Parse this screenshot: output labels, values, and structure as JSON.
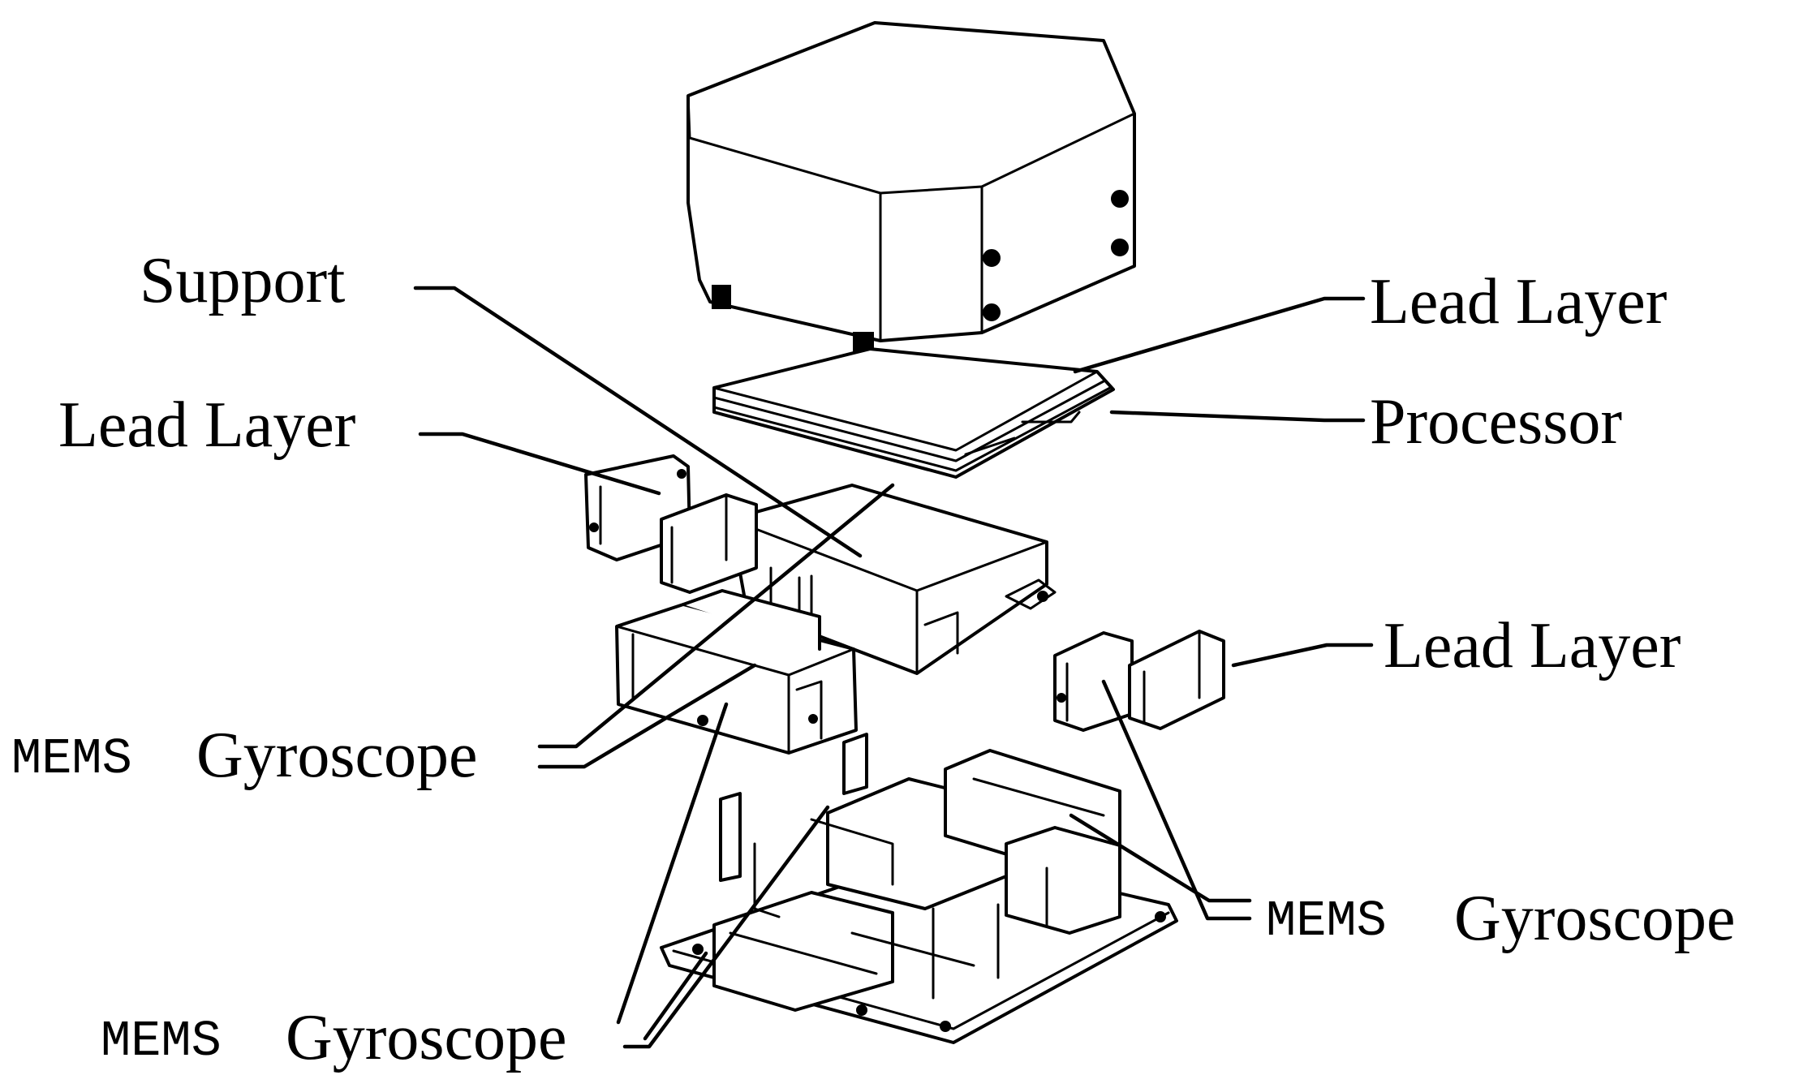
{
  "labels": {
    "support": "Support",
    "lead_layer_top_right": "Lead Layer",
    "processor": "Processor",
    "lead_layer_left": "Lead Layer",
    "lead_layer_right": "Lead Layer",
    "mems_left_prefix": "MEMS",
    "mems_left_suffix": "Gyroscope",
    "mems_right_prefix": "MEMS",
    "mems_right_suffix": "Gyroscope",
    "mems_bottom_prefix": "MEMS",
    "mems_bottom_suffix": "Gyroscope"
  }
}
